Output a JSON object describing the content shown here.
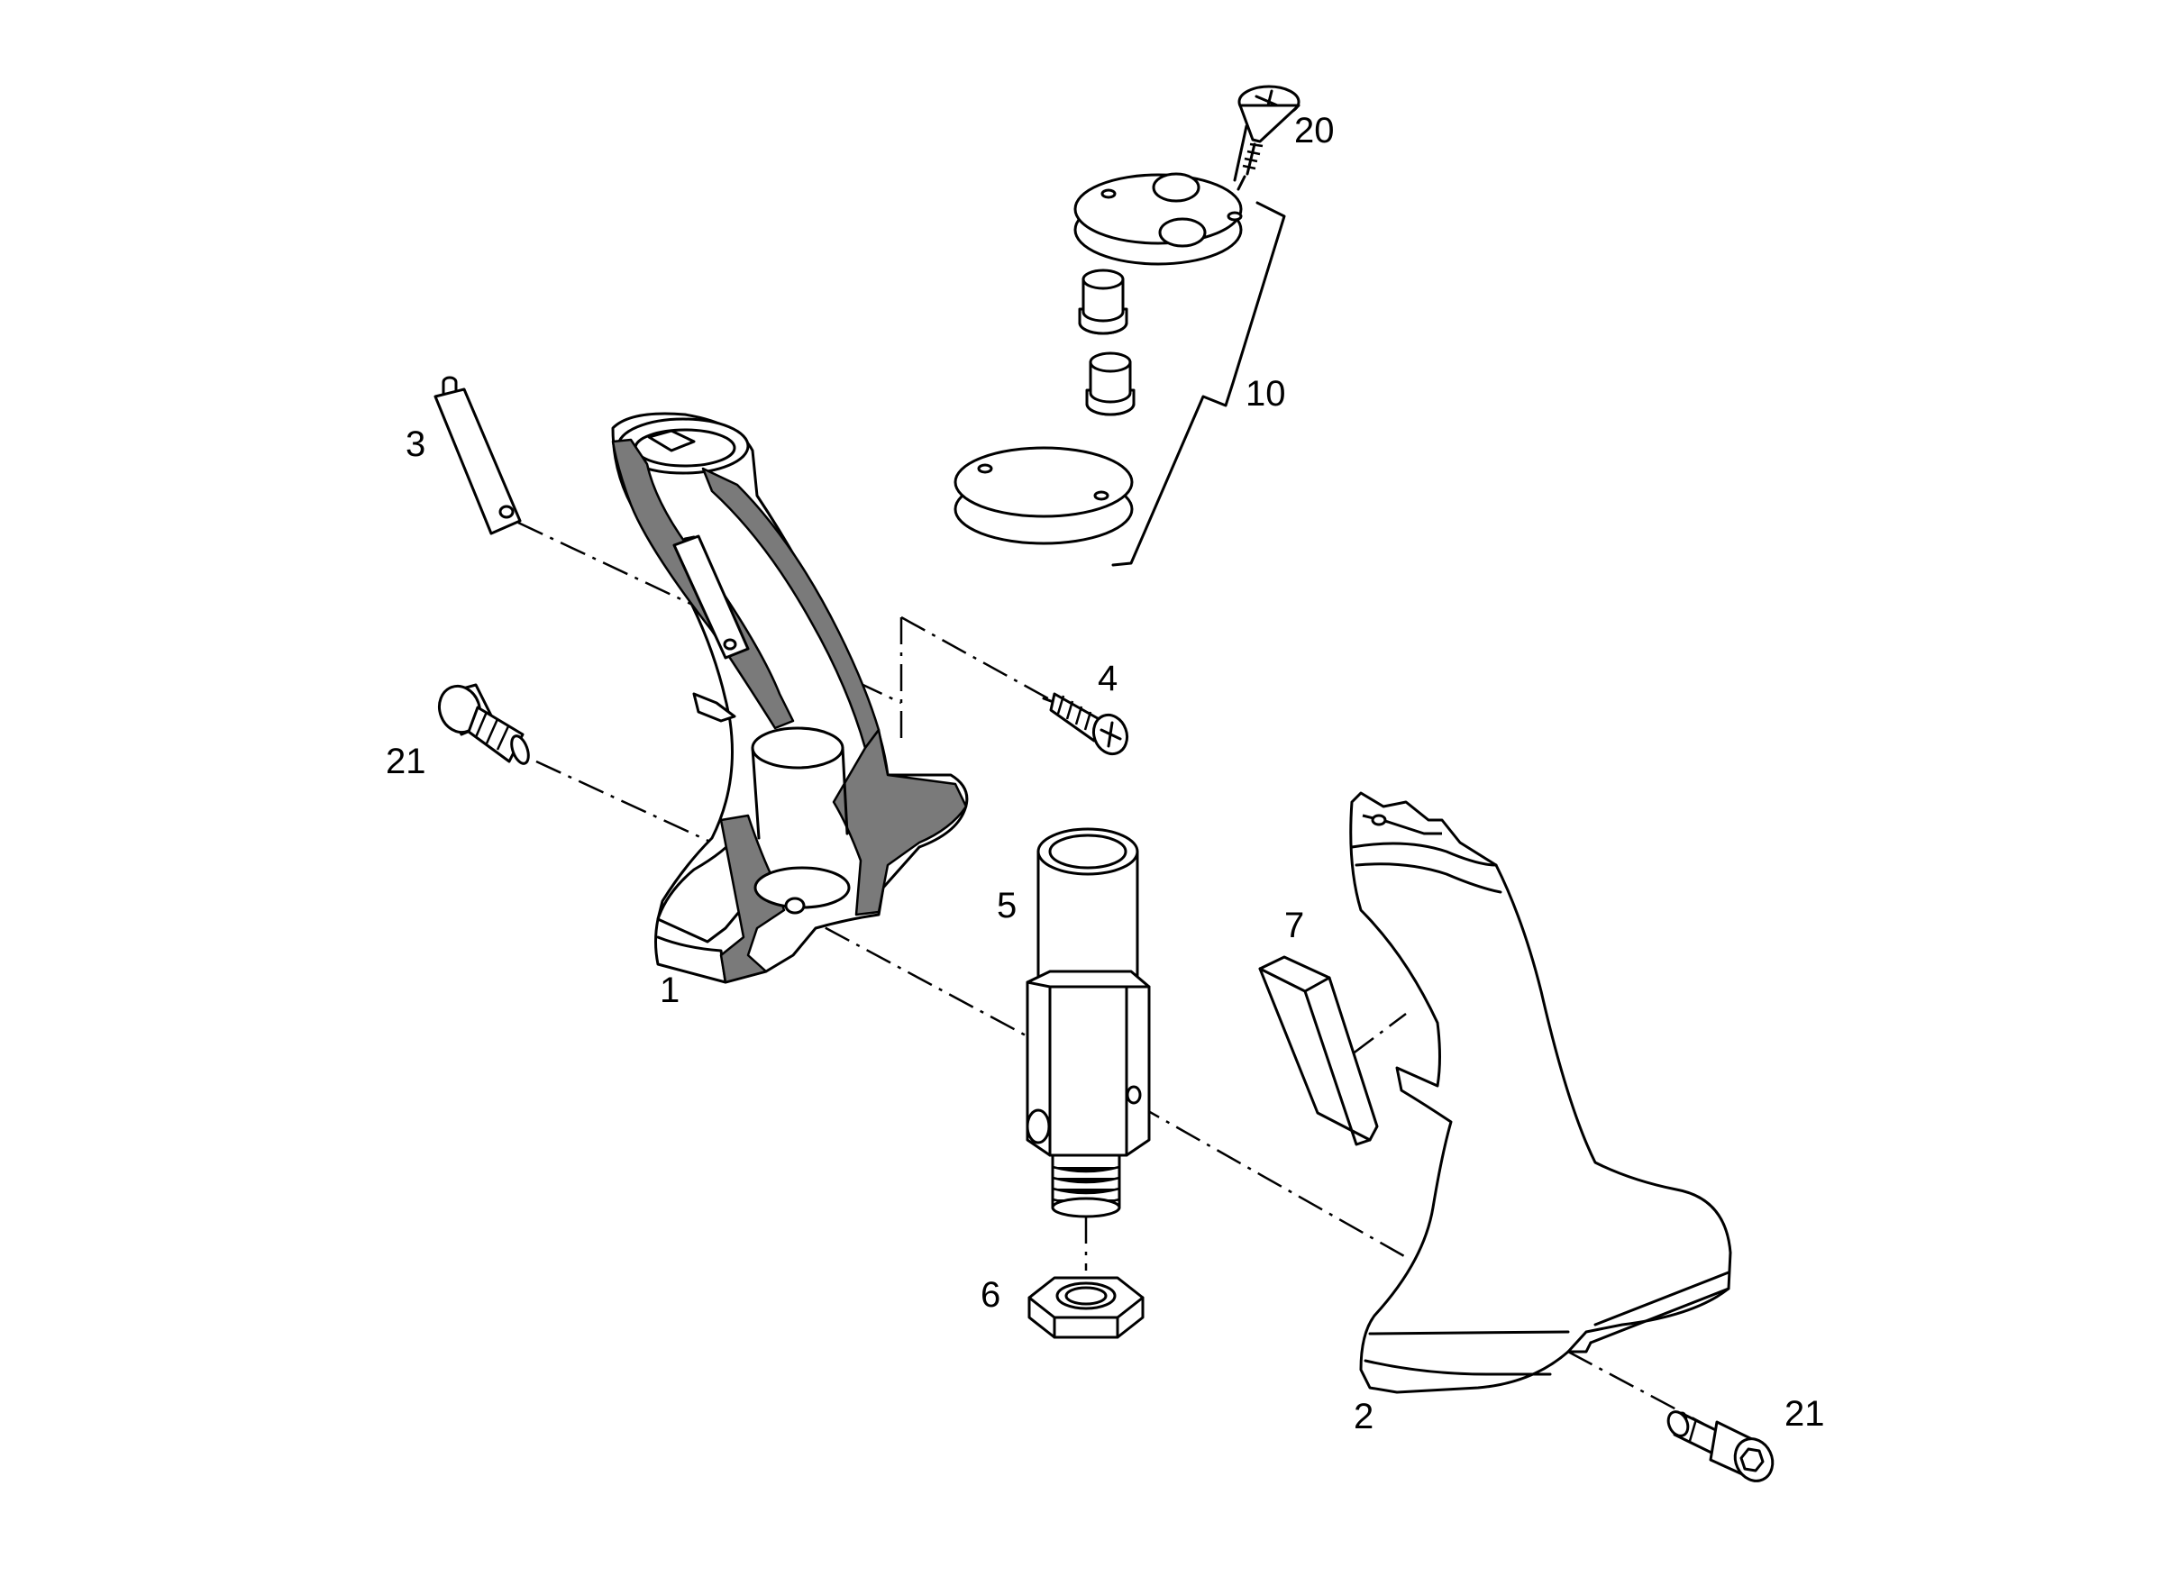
{
  "callouts": {
    "p1": "1",
    "p2": "2",
    "p3": "3",
    "p4": "4",
    "p5": "5",
    "p6": "6",
    "p7": "7",
    "p10": "10",
    "p20": "20",
    "p21a": "21",
    "p21b": "21"
  }
}
